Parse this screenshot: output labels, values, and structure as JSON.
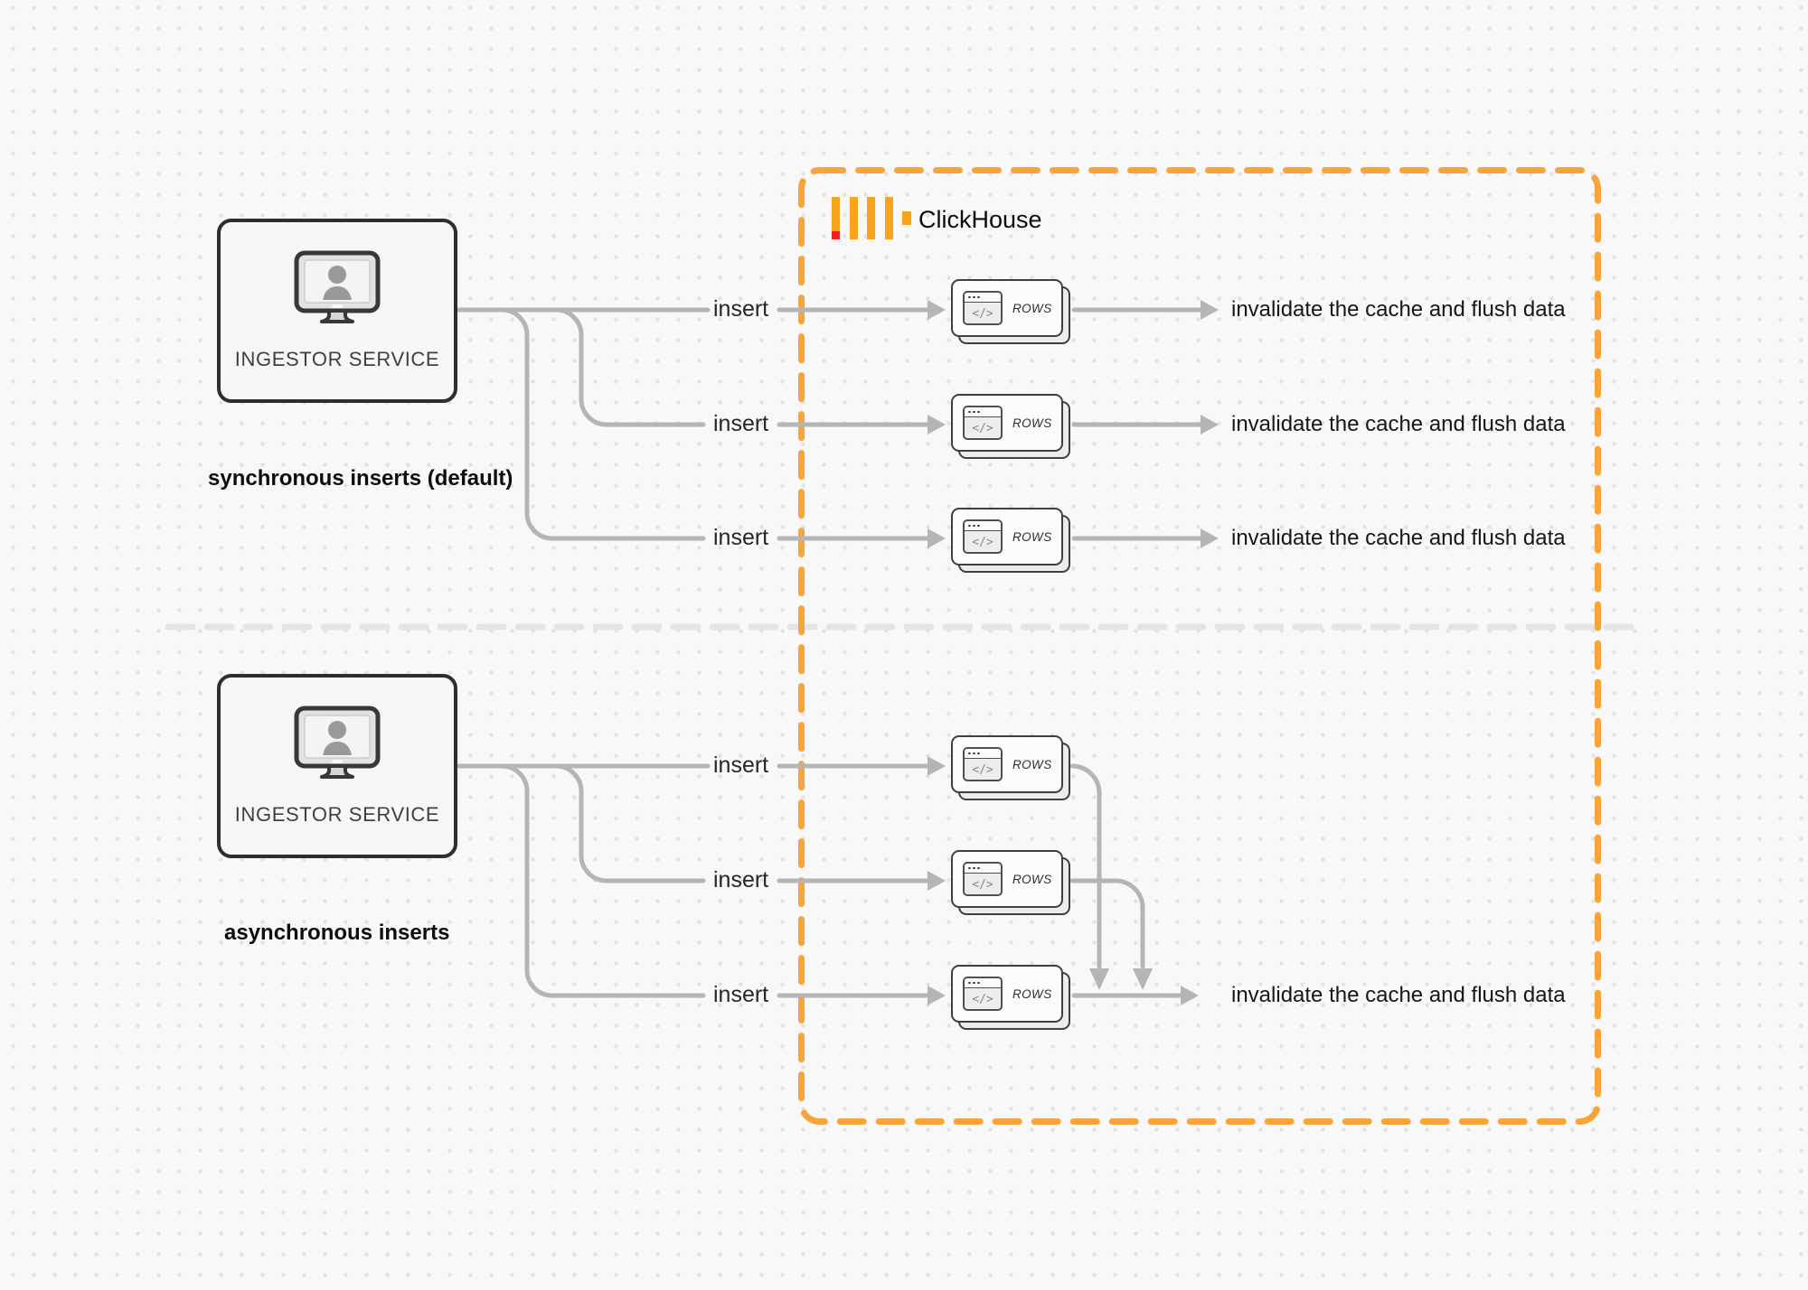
{
  "canvas": {
    "background": "#f8f8f8",
    "dot_color": "#e3e3e3"
  },
  "colors": {
    "accent_orange": "#f9a43b",
    "logo_bar_orange": "#faa41e",
    "logo_accent_red": "#f32121",
    "wire_gray": "#b5b5b5",
    "divider_gray": "#e4e4e4",
    "node_border": "#2e2e2e"
  },
  "clickhouse": {
    "label": "ClickHouse"
  },
  "card": {
    "label": "ROWS",
    "icon_glyph": "</>"
  },
  "sections": [
    {
      "id": "synchronous",
      "caption": "synchronous inserts (default)",
      "service_label": "INGESTOR SERVICE",
      "rows": [
        {
          "insert_label": "insert",
          "result_label": "invalidate the cache and flush data"
        },
        {
          "insert_label": "insert",
          "result_label": "invalidate the cache and flush data"
        },
        {
          "insert_label": "insert",
          "result_label": "invalidate the cache and flush data"
        }
      ]
    },
    {
      "id": "asynchronous",
      "caption": "asynchronous inserts",
      "service_label": "INGESTOR SERVICE",
      "rows": [
        {
          "insert_label": "insert"
        },
        {
          "insert_label": "insert"
        },
        {
          "insert_label": "insert"
        }
      ],
      "result_label": "invalidate the cache and flush data"
    }
  ]
}
